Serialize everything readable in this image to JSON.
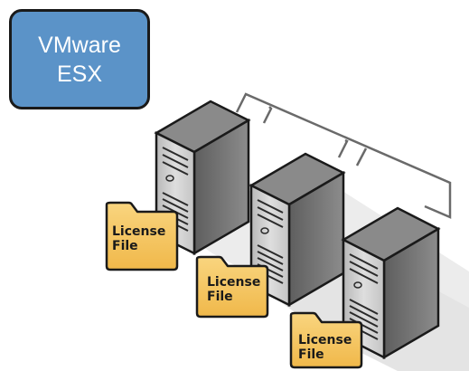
{
  "vmware_box": {
    "line1": "VMware",
    "line2": "ESX",
    "fill_color": "#5b93c8"
  },
  "license_folders": [
    {
      "line1": "License",
      "line2": "File"
    },
    {
      "line1": "License",
      "line2": "File"
    },
    {
      "line1": "License",
      "line2": "File"
    }
  ],
  "colors": {
    "folder_fill": "#f5c766",
    "folder_outline": "#1a1a1a",
    "server_front": "#d2d2d2",
    "server_side": "#6f6f6f",
    "server_top": "#8a8a8a",
    "connector_line": "#6a6a6a",
    "shadow": "#e6e6e6"
  },
  "icons": [
    "server-icon",
    "folder-icon"
  ]
}
